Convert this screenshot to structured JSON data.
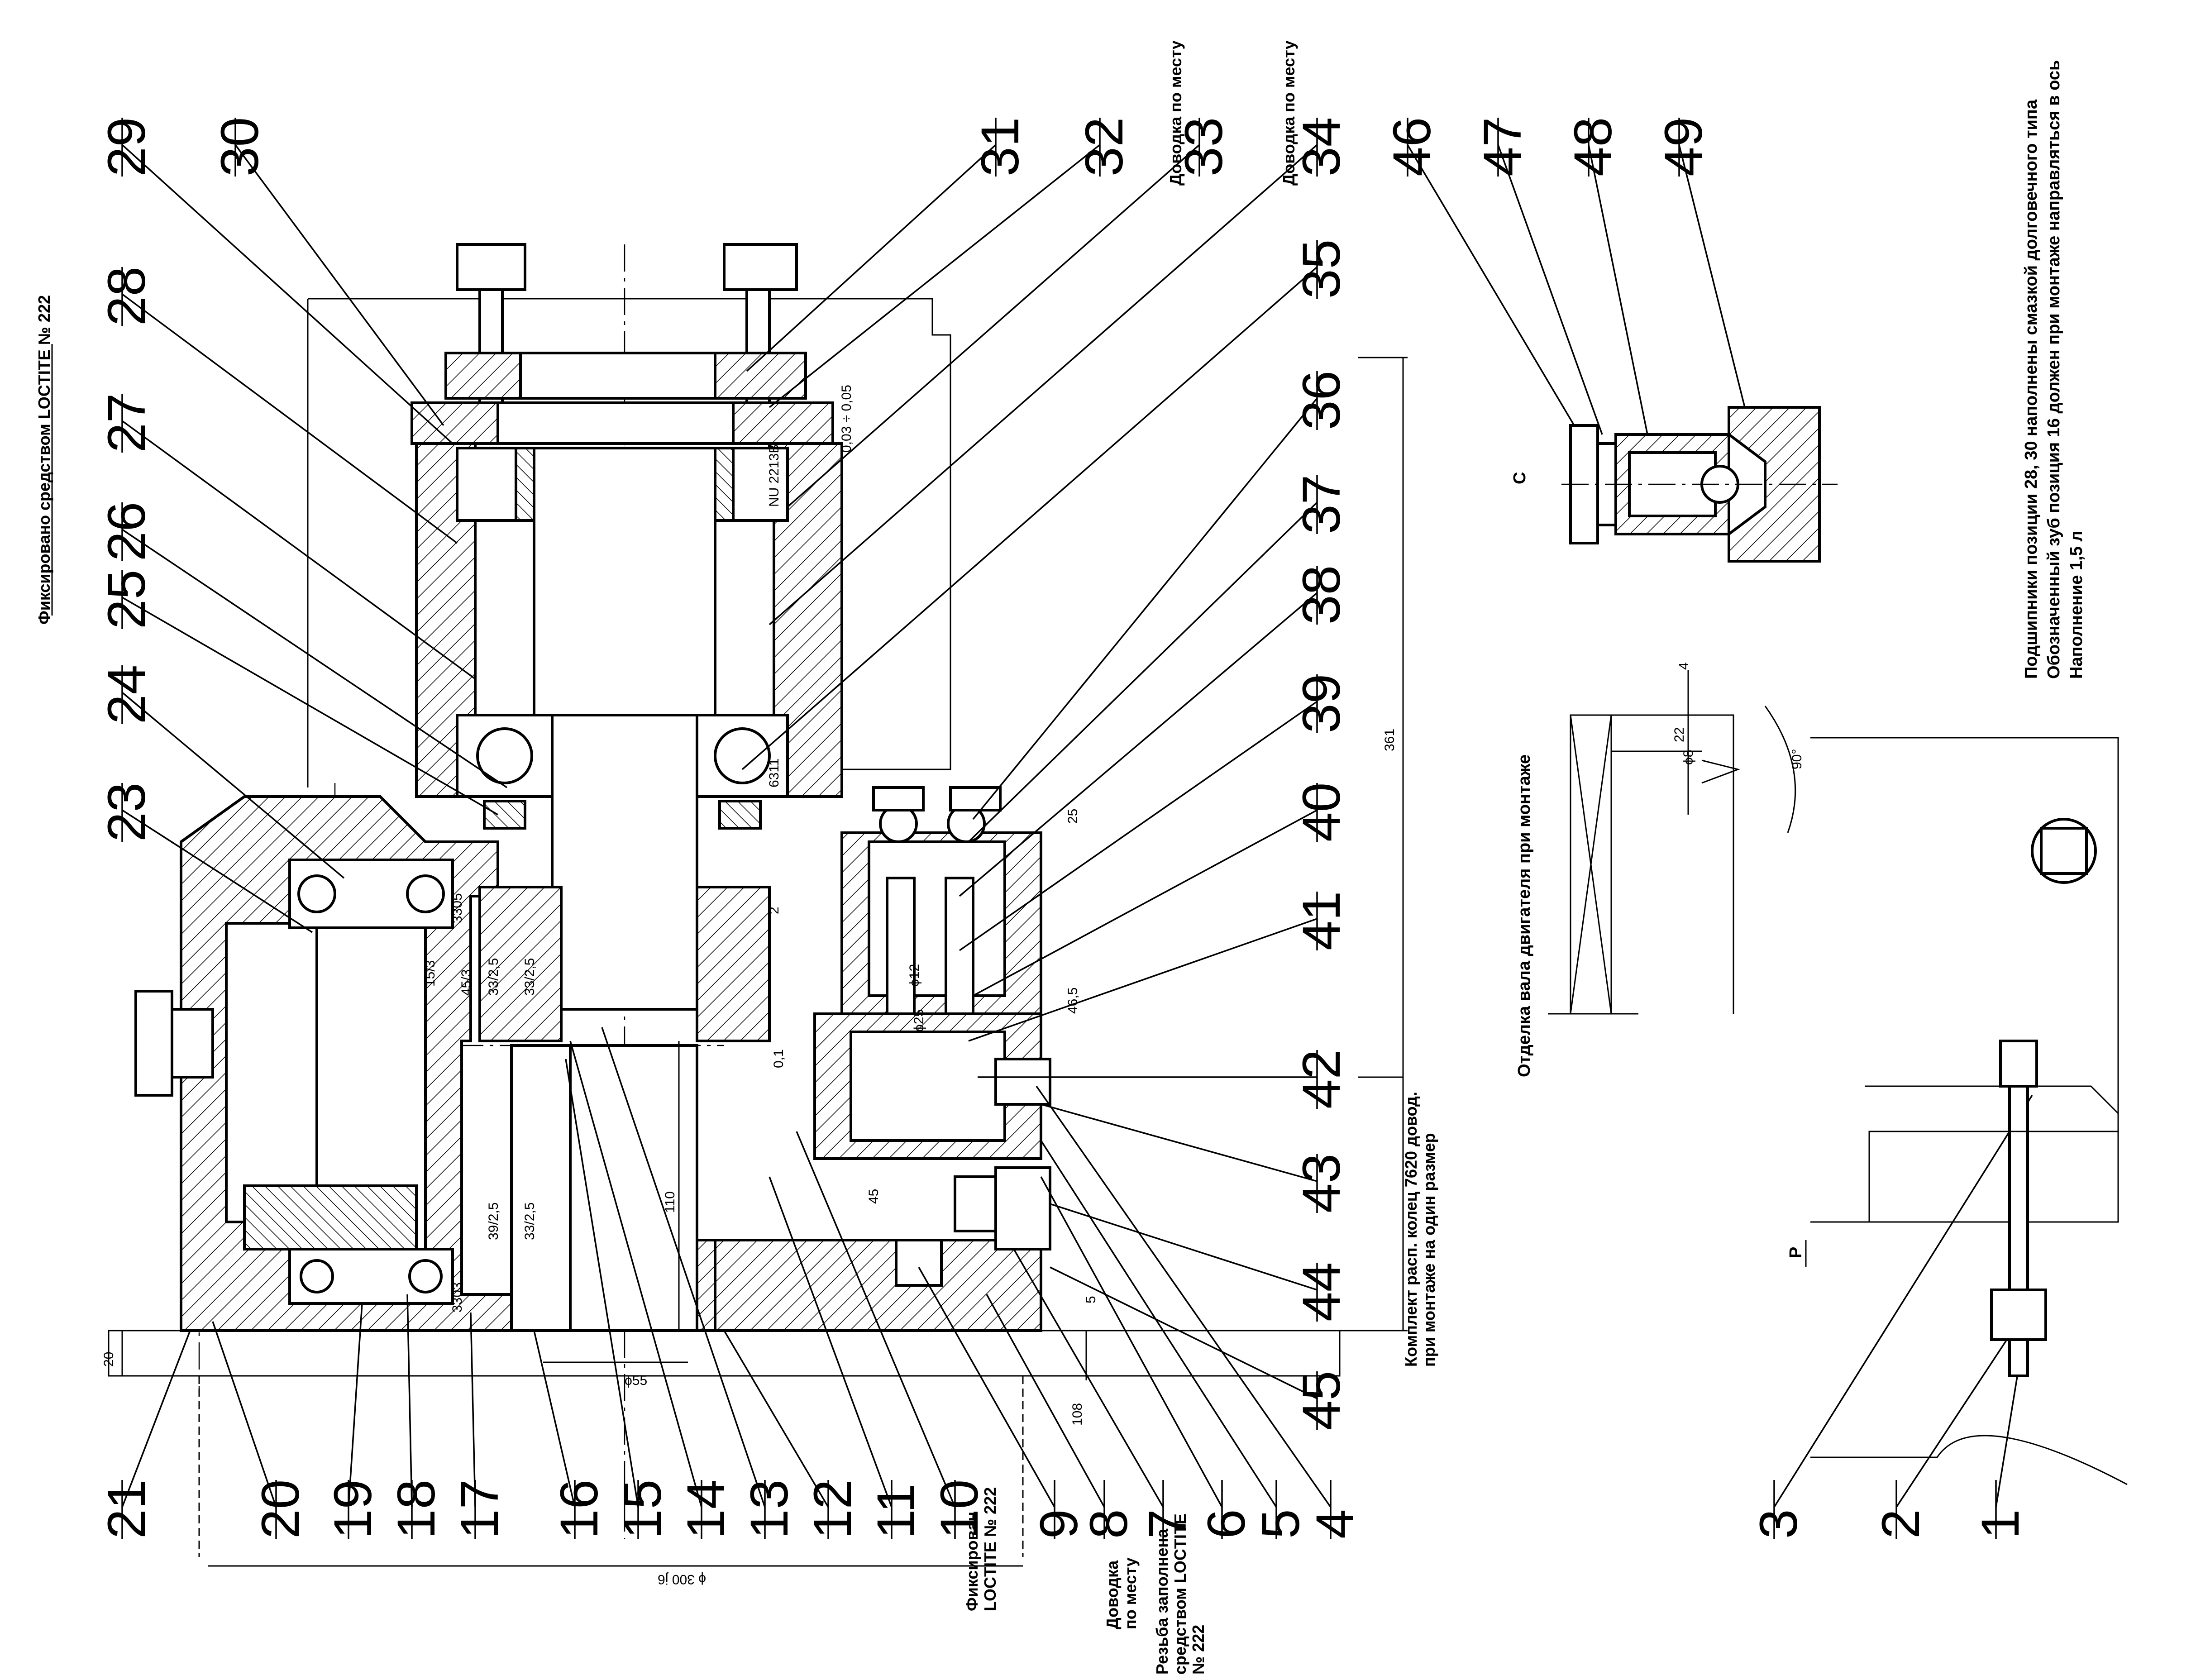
{
  "callouts_top": [
    "29",
    "30",
    "28",
    "27",
    "26",
    "25",
    "24",
    "23",
    "31",
    "32",
    "33",
    "34",
    "35",
    "36",
    "37",
    "38",
    "39",
    "40",
    "41",
    "42",
    "43",
    "44",
    "45",
    "46",
    "47",
    "48",
    "49"
  ],
  "callouts_bottom": [
    "21",
    "20",
    "19",
    "18",
    "17",
    "16",
    "15",
    "14",
    "13",
    "12",
    "11",
    "10",
    "9",
    "8",
    "7",
    "6",
    "5",
    "4",
    "3",
    "2",
    "1"
  ],
  "labels": {
    "dovodka_33": "Доводка по месту",
    "dovodka_34": "Доводка по месту",
    "fixed_loctite_top": "Фиксировано средством LOCTITE № 222",
    "fixed_loctite_10_a": "Фиксирован",
    "fixed_loctite_10_b": "LOCTITE № 222",
    "dovodka_8_a": "Доводка",
    "dovodka_8_b": "по месту",
    "thread_7_a": "Резьба заполнена",
    "thread_7_b": "средством LOCTITE",
    "thread_7_c": "№ 222",
    "kit_rings_a": "Комплект расп. колец 7620 довод.",
    "kit_rings_b": "при монтаже на один размер",
    "shaft_motor": "Отделка вала двигателя при монтаже",
    "view_c": "С",
    "view_p": "Р"
  },
  "notes": [
    "Подшипники позиции 28, 30 наполнены смазкой долговечного типа",
    "Обозначенный зуб позиция 16 должен при монтаже направляться в ось",
    "Наполнение 1,5 л"
  ],
  "dimensions": {
    "d300": "ϕ 300 j6",
    "d55": "ϕ55",
    "d12": "ϕ12",
    "d25": "ϕ25",
    "d8": "ϕ8",
    "len361": "361",
    "len110": "110",
    "len108": "108",
    "len45": "45",
    "len46": "46,5",
    "len25": "25",
    "len22": "22",
    "len20": "20",
    "len5": "5",
    "len4": "4",
    "len2": "2",
    "tol": "0,03 ÷ 0,05",
    "gap01": "0,1",
    "angle": "90°"
  },
  "bearings": {
    "b1": "NU 2213B",
    "b2": "6311",
    "b3": "3305",
    "b4": "3303"
  },
  "gear_marks": [
    "15/3",
    "45/3",
    "33/2,5",
    "33/2,5",
    "39/2,5",
    "33/2,5"
  ]
}
